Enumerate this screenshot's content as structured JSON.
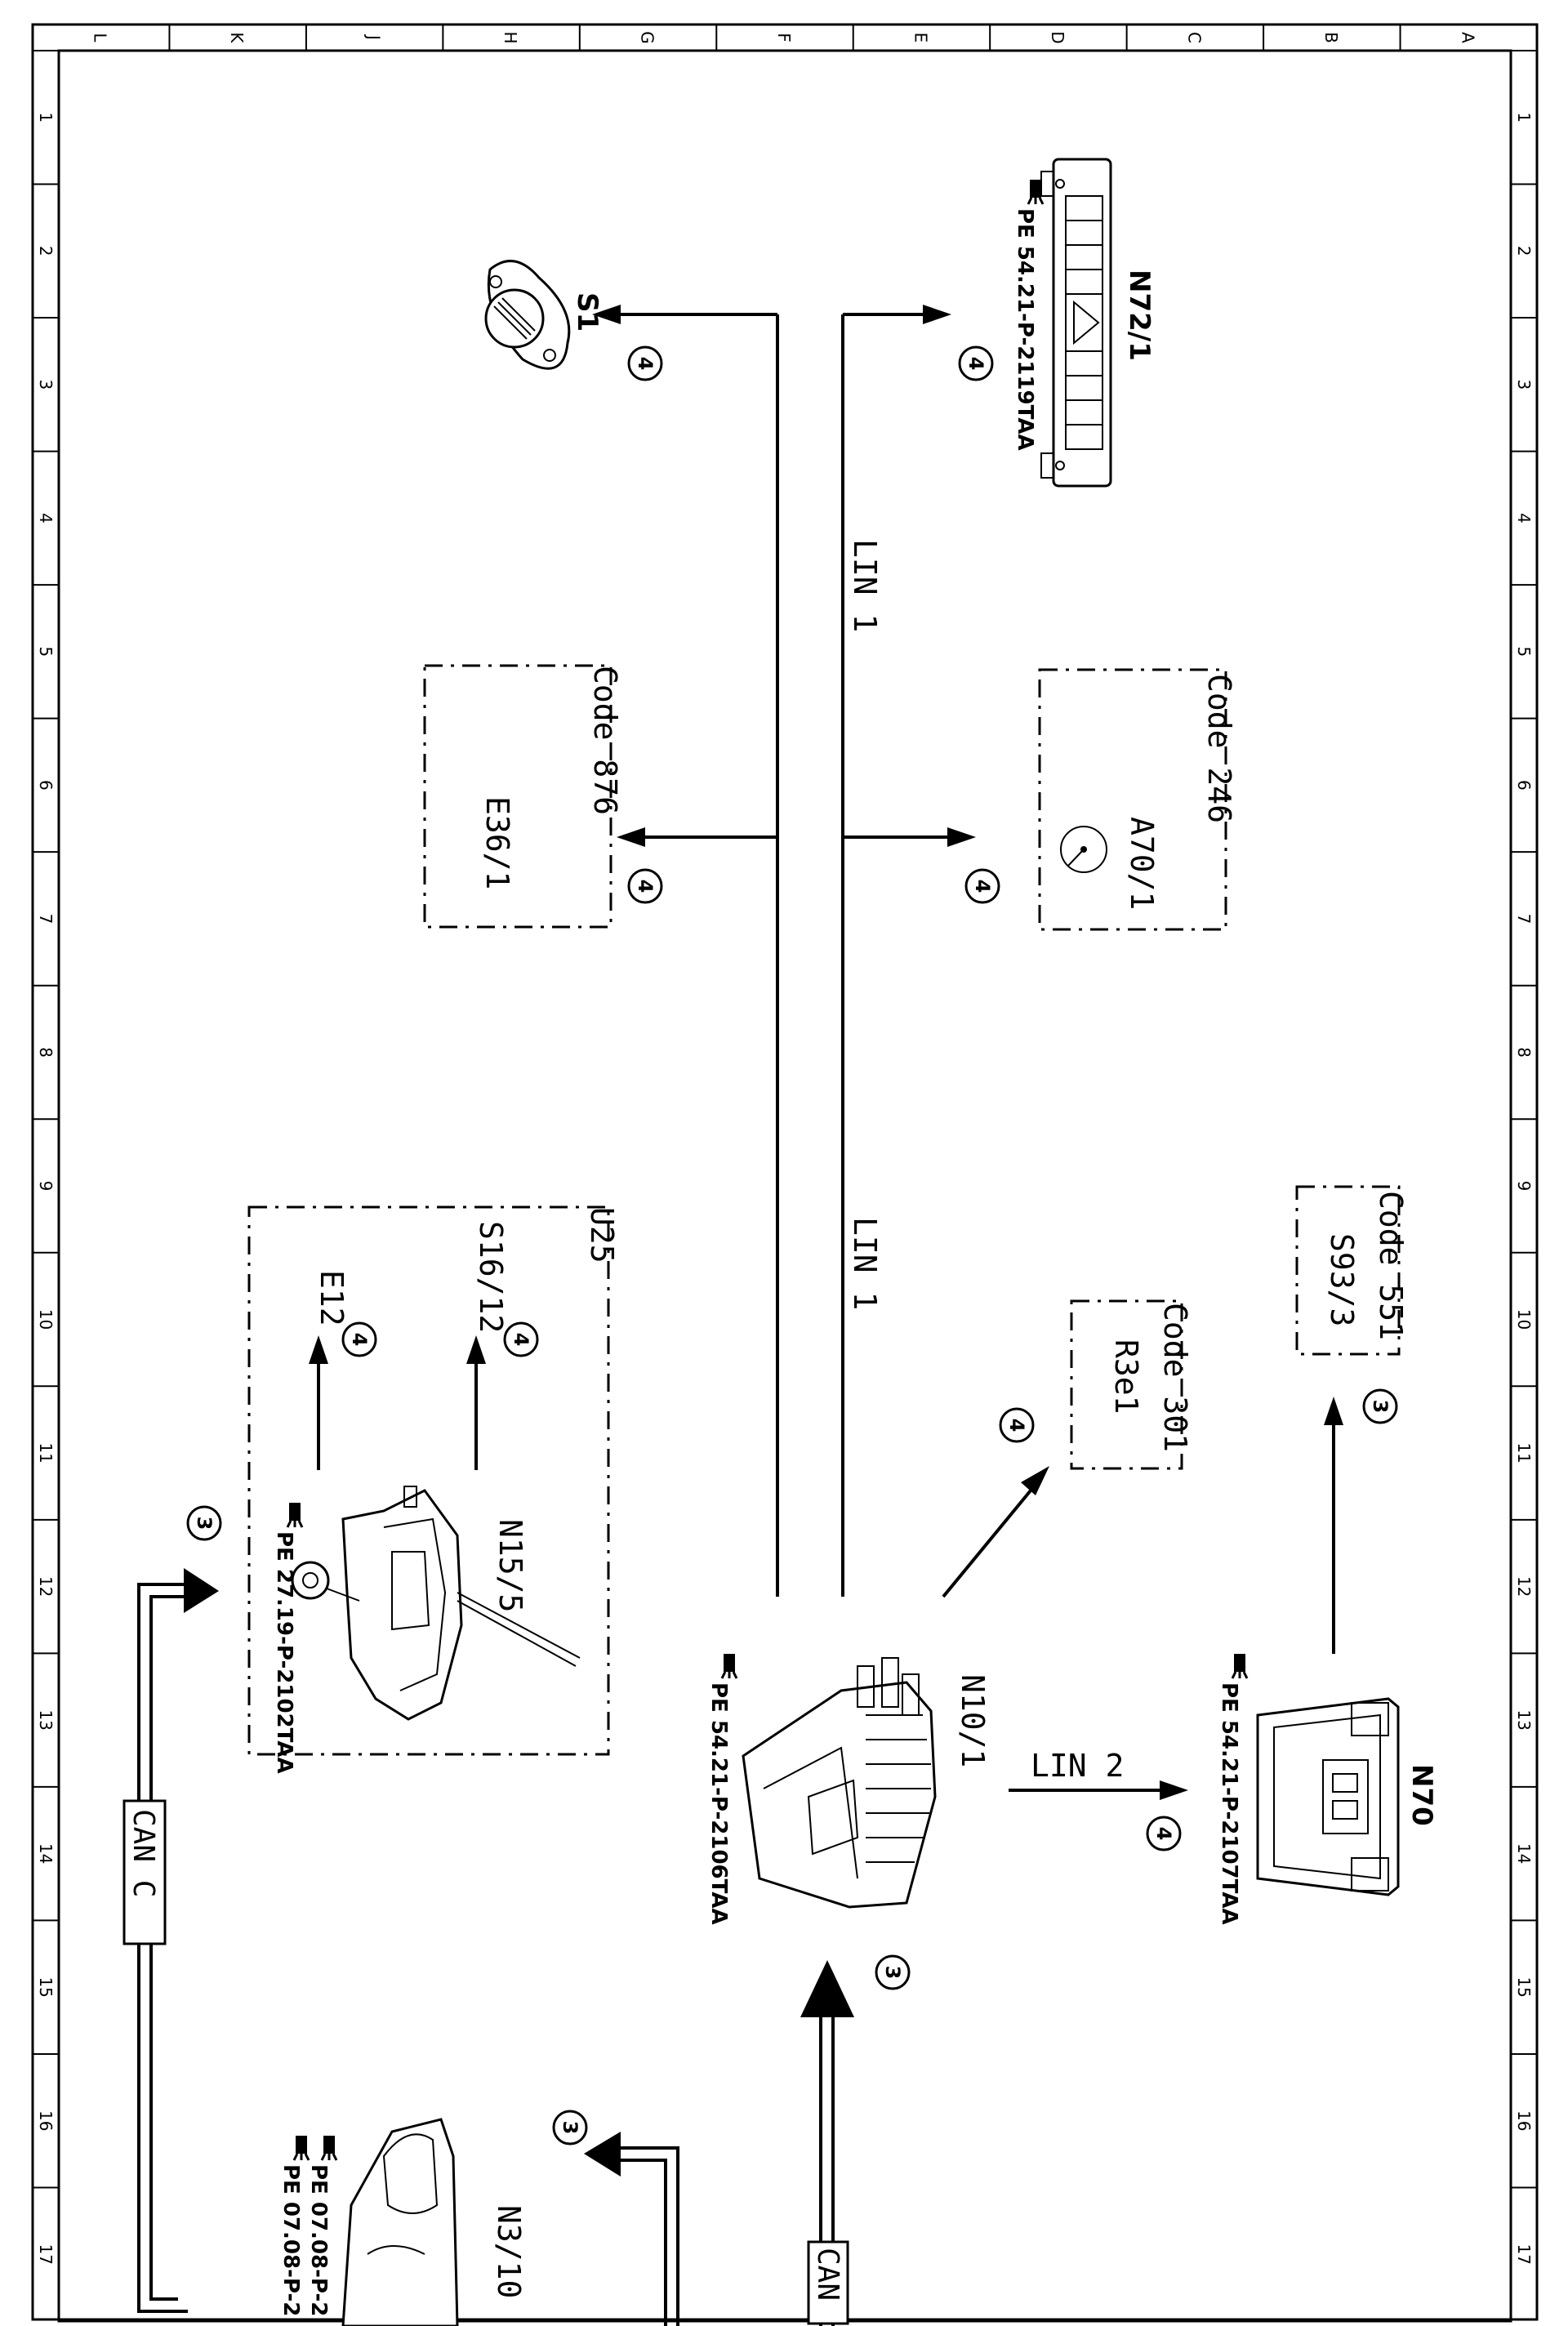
{
  "grid": {
    "columns": [
      "L",
      "K",
      "J",
      "H",
      "G",
      "F",
      "E",
      "D",
      "C",
      "B",
      "A"
    ],
    "rows": [
      "1",
      "2",
      "3",
      "4",
      "5",
      "6",
      "7",
      "8",
      "9",
      "10",
      "11",
      "12",
      "13",
      "14",
      "15",
      "16",
      "17"
    ]
  },
  "components": {
    "n72_1": {
      "label": "N72/1",
      "ref": "PE 54.21-P-2119TAA"
    },
    "s1": {
      "label": "S1"
    },
    "a70_1": {
      "label": "A70/1",
      "code": "Code 246"
    },
    "e36_1": {
      "label": "E36/1",
      "code": "Code 876"
    },
    "u25": {
      "label": "U25"
    },
    "s16_12": {
      "label": "S16/12"
    },
    "e12": {
      "label": "E12"
    },
    "n15_5": {
      "label": "N15/5",
      "ref": "PE 27.19-P-2102TAA"
    },
    "n10_1": {
      "label": "N10/1",
      "ref": "PE 54.21-P-2106TAA"
    },
    "r3e1": {
      "label": "R3e1",
      "code": "Code 301"
    },
    "s93_3": {
      "label": "S93/3",
      "code": "Code 551"
    },
    "n70": {
      "label": "N70",
      "ref": "PE 54.21-P-2107TAA"
    },
    "n3_10": {
      "label": "N3/10",
      "ref_a": "PE 07.08-P-2",
      "ref_b": "PE 07.08-P-2"
    }
  },
  "buses": {
    "lin1_top": "LIN 1",
    "lin1_bottom": "LIN 1",
    "lin2": "LIN 2",
    "can_c": "CAN C",
    "can_bottom": "CAN"
  },
  "markers": {
    "m4": "4",
    "m3": "3"
  }
}
